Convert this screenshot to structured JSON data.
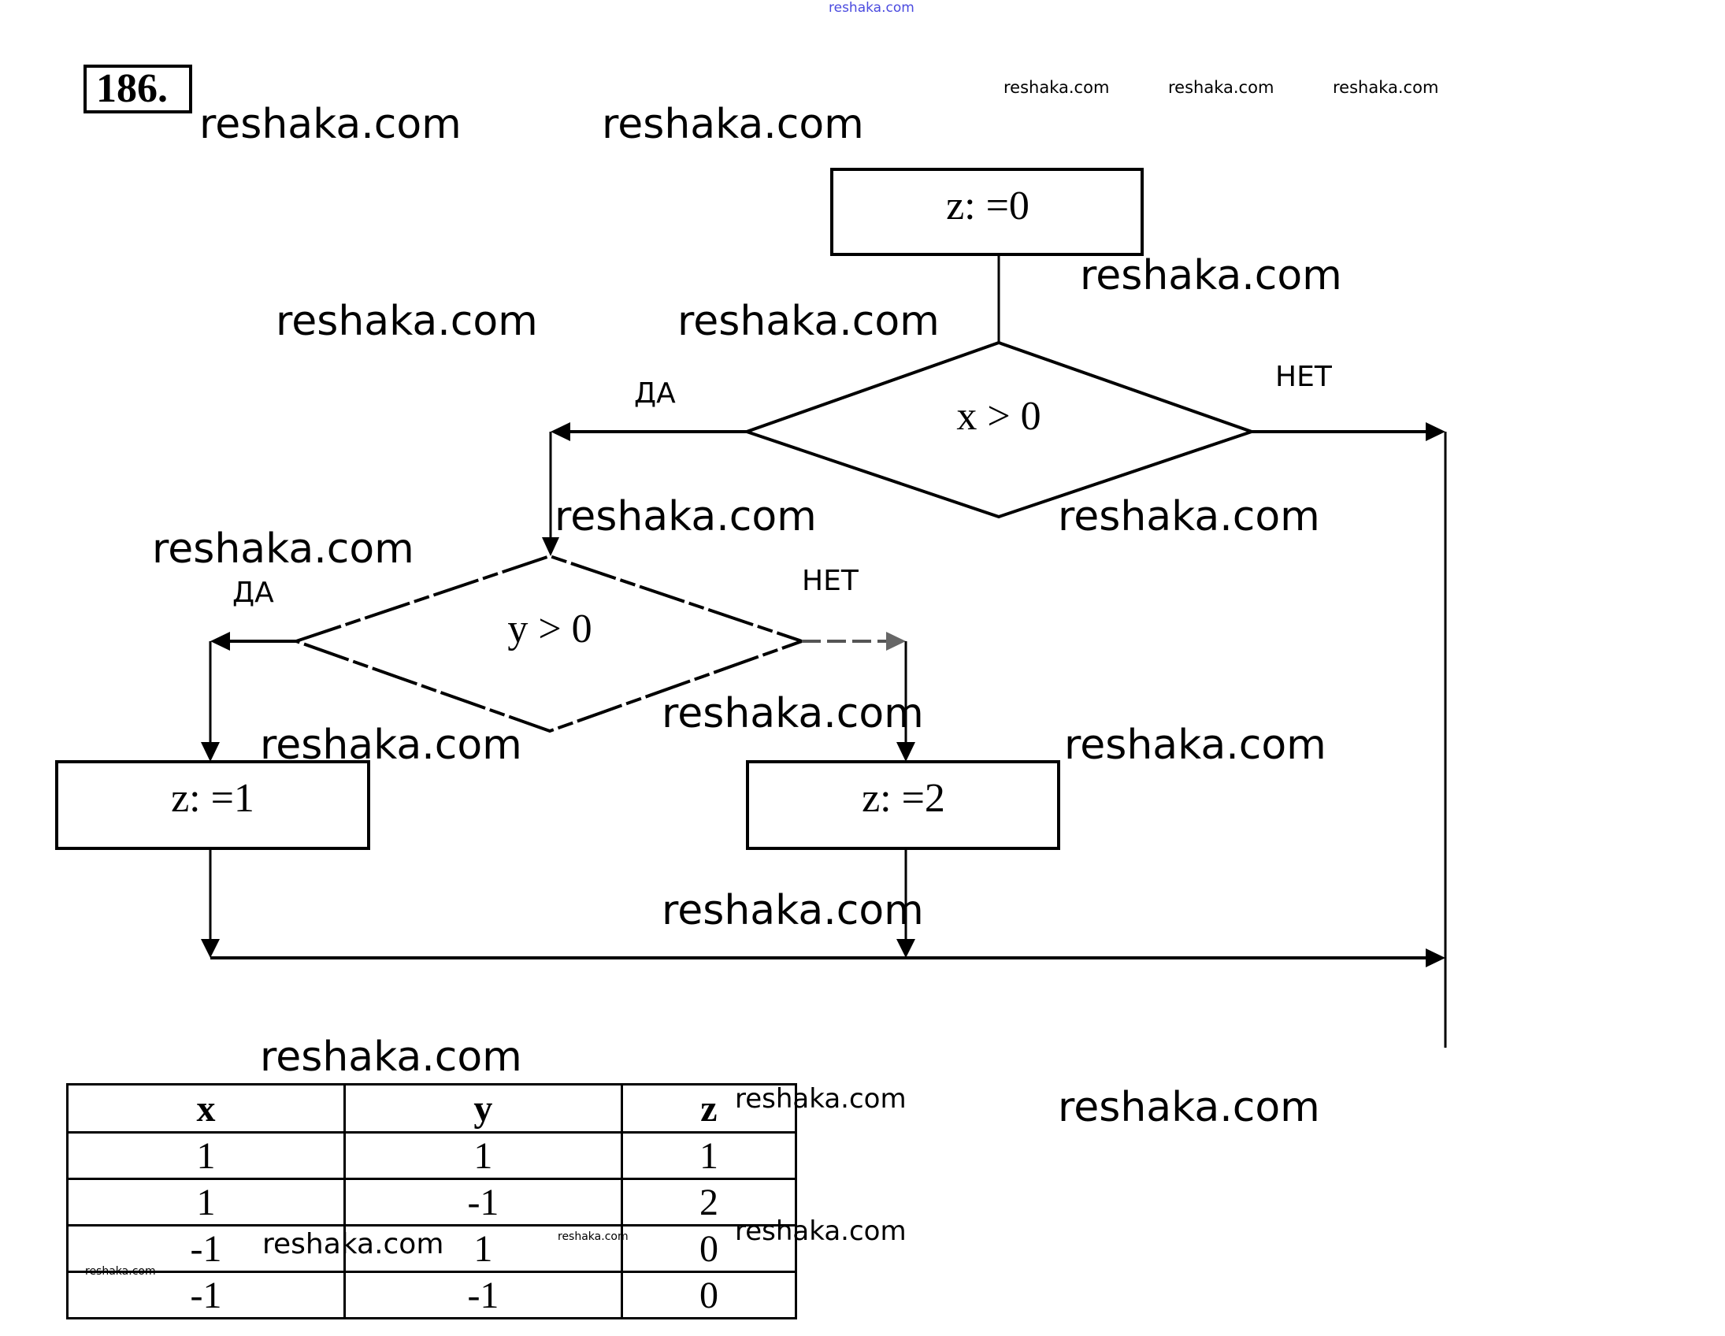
{
  "problem_number": "186.",
  "watermark": "reshaka.com",
  "flowchart": {
    "start_node": "z: =0",
    "decision_1": {
      "condition": "x > 0",
      "yes_label": "ДА",
      "no_label": "НЕТ"
    },
    "decision_2": {
      "condition": "y > 0",
      "yes_label": "ДА",
      "no_label": "НЕТ"
    },
    "assign_yes": "z: =1",
    "assign_no": "z: =2"
  },
  "table": {
    "headers": [
      "x",
      "y",
      "z"
    ],
    "rows": [
      [
        "1",
        "1",
        "1"
      ],
      [
        "1",
        "-1",
        "2"
      ],
      [
        "-1",
        "1",
        "0"
      ],
      [
        "-1",
        "-1",
        "0"
      ]
    ]
  },
  "colors": {
    "line": "#000000",
    "faded_line": "#777777",
    "top_watermark": "#4a4adf"
  }
}
